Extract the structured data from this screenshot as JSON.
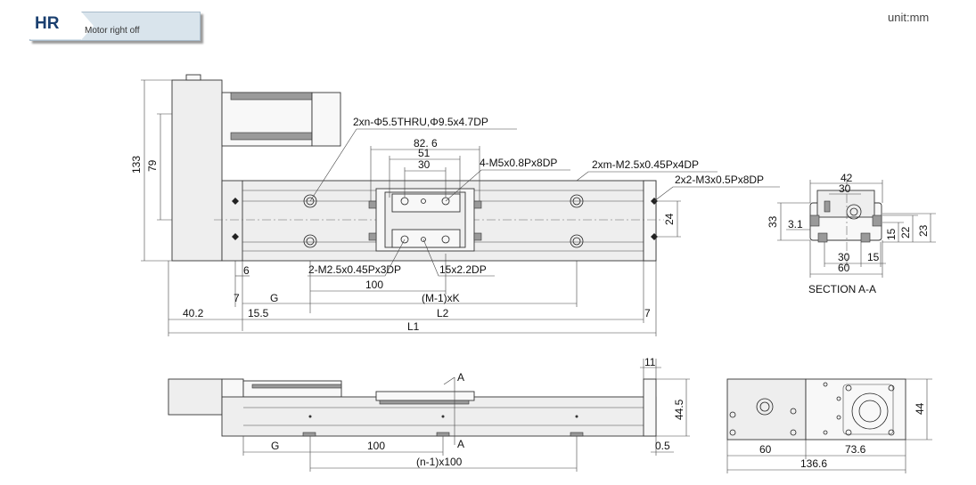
{
  "header": {
    "code": "HR",
    "description": "Motor right off"
  },
  "unit": "unit:mm",
  "top_view": {
    "callouts": {
      "thru_holes": "2xn-Φ5.5THRU,Φ9.5x4.7DP",
      "table_taps": "4-M5x0.8Px8DP",
      "side_taps_m": "2xm-M2.5x0.45Px4DP",
      "end_taps": "2x2-M3x0.5Px8DP",
      "pin_taps": "2-M2.5x0.45Px3DP",
      "counterbore": "15x2.2DP"
    },
    "dims": {
      "d133": "133",
      "d79": "79",
      "d82_6": "82. 6",
      "d51": "51",
      "d30": "30",
      "d24": "24",
      "d6": "6",
      "d7a": "7",
      "dG": "G",
      "d100": "100",
      "dMK": "(M-1)xK",
      "d40_2": "40.2",
      "d15_5": "15.5",
      "dL2": "L2",
      "d7b": "7",
      "dL1": "L1"
    }
  },
  "section": {
    "title": "SECTION A-A",
    "dims": {
      "d42": "42",
      "d30a": "30",
      "d33": "33",
      "d3_1": "3.1",
      "d15a": "15",
      "d22": "22",
      "d23": "23",
      "d30b": "30",
      "d15b": "15",
      "d60": "60"
    }
  },
  "side_view": {
    "dims": {
      "d11": "11",
      "dA1": "A",
      "dA2": "A",
      "d44_5": "44.5",
      "dG": "G",
      "d100": "100",
      "d0_5": "0.5",
      "dn100": "(n-1)x100"
    }
  },
  "end_view": {
    "dims": {
      "d44": "44",
      "d60": "60",
      "d73_6": "73.6",
      "d136_6": "136.6"
    }
  }
}
